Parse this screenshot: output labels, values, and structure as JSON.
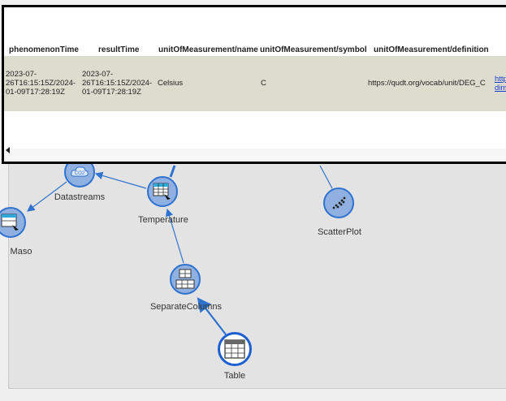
{
  "table": {
    "headers": {
      "phenomenonTime": "phenomenonTime",
      "resultTime": "resultTime",
      "uom_name": "unitOfMeasurement/name",
      "uom_symbol": "unitOfMeasurement/symbol",
      "uom_definition": "unitOfMeasurement/definition"
    },
    "row": {
      "phenomenonTime": "2023-07-\n26T16:15:15Z/2024-\n01-09T17:28:19Z",
      "resultTime": "2023-07-\n26T16:15:15Z/2024-\n01-09T17:28:19Z",
      "uom_name": "Celsius",
      "uom_symbol": "C",
      "uom_definition": "https://qudt.org/vocab/unit/DEG_C",
      "extra_link": "http\ndim"
    }
  },
  "workflow": {
    "nodes": {
      "datastreams": "Datastreams",
      "temperature": "Temperature",
      "maso": "Maso",
      "scatterplot": "ScatterPlot",
      "separate_columns": "SeparateColumns",
      "table": "Table"
    }
  },
  "colors": {
    "node_fill": "#8fb0e0",
    "node_border": "#2f72cf",
    "edge": "#2f72cf",
    "row_bg": "#dcdccf"
  },
  "icons": [
    "co2-icon",
    "table-icon",
    "scatter-icon",
    "separate-columns-icon"
  ]
}
